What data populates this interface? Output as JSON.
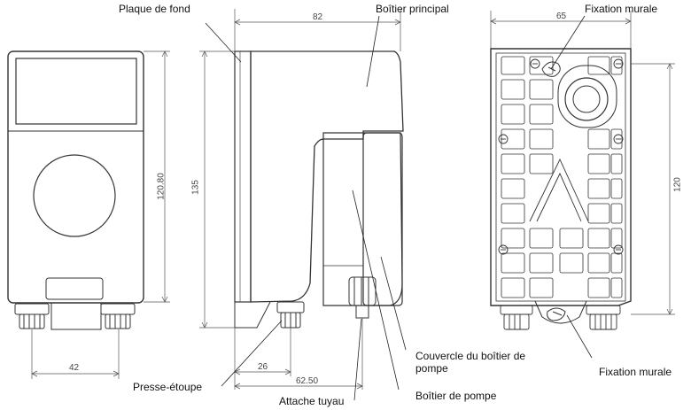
{
  "labels": {
    "plaque_de_fond": "Plaque de fond",
    "boitier_principal": "Boîtier principal",
    "fixation_murale_top": "Fixation murale",
    "fixation_murale_bottom": "Fixation murale",
    "couvercle": "Couvercle du boîtier de pompe",
    "boitier_pompe": "Boîtier de pompe",
    "presse_etoupe": "Presse-étoupe",
    "attache_tuyau": "Attache tuyau"
  },
  "dimensions": {
    "front_height": "120.80",
    "front_bottom_width": "42",
    "side_top_width": "82",
    "side_height": "135",
    "side_bottom_26": "26",
    "side_bottom_62": "62.50",
    "back_top_width": "65",
    "back_height": "120"
  }
}
